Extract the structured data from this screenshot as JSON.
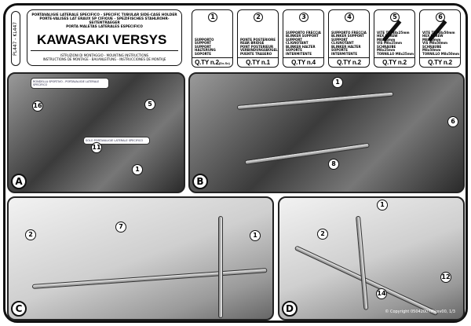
{
  "header": {
    "code": "PL447 - KL447",
    "subtitle_lines": [
      "PORTAVALIGIE LATERALE SPECIFICO - SPECIFIC TUBULAR SIDE-CASE HOLDER",
      "PORTE-VALISES LAT ERAUX SP CIFIQUE - SPEZIFISCHES STAHLROHR-SEITENTRAEGER",
      "PORTA MALETAS LATERALES ESPECIFICO"
    ],
    "title": "KAWASAKI VERSYS",
    "instructions_lines": [
      "ISTRUZIONI DI MONTAGGIO - MOUNTING INSTRUCTIONS",
      "INSTRUCTIONS DE MONTAGE - BAUANLEITUNG - INSTRUCCIONES DE MONTAJE"
    ]
  },
  "parts": [
    {
      "num": "1",
      "desc": "SUPPORTO\nSUPPORT\nSUPPORT\nHALTERUNG\nSOPORTE",
      "qty": "Q.TY n.2(Dx-Sx)",
      "icon": "none"
    },
    {
      "num": "2",
      "desc": "PONTE POSTERIORE\nREAR BRIDGE\nPONT POSTERIEUR\nVERBINDUNGSBÜGEL\nPUENTE TRASERO",
      "qty": "Q.TY n.1",
      "icon": "none"
    },
    {
      "num": "3",
      "desc": "SUPPORTO FRECCIA\nBLINKER SUPPORT\nSUPPORT CLIGNOTANT\nBLINKER HALTER\nSOPORTE INTERMITENTE",
      "qty": "Q.TY n.4",
      "icon": "none"
    },
    {
      "num": "4",
      "desc": "SUPPORTO FRECCIA\nBLINKER SUPPORT\nSUPPORT CLIGNOTANT\nBLINKER HALTER\nSOPORTE INTERMITENTE",
      "qty": "Q.TY n.2",
      "icon": "none"
    },
    {
      "num": "5",
      "desc": "VITE TE M8x25mm\nHEX SCREW M8x25mm\nVIS M8x25mm\nSCHRAUBE M8x25mm\nTORNILLO M8x25mm",
      "qty": "Q.TY n.2",
      "icon": "bolt-icon"
    },
    {
      "num": "6",
      "desc": "VITE TE M8x50mm\nHEX SCREW M8x50mm\nVIS M8x50mm\nSCHRAUBE M8x50mm\nTORNILLO M8x50mm",
      "qty": "Q.TY n.2",
      "icon": "bolt-icon"
    }
  ],
  "panels": {
    "A": {
      "letter": "A",
      "callouts": [
        "16",
        "5",
        "11",
        "1"
      ],
      "note_top": "RONDELLA SPORTIVO - PORTAVALIGIE LATERALE SPECIFICO",
      "note_bottom": "SOLO PORTAVALIGIE LATERALE SPECIFICO"
    },
    "B": {
      "letter": "B",
      "callouts": [
        "1",
        "6",
        "8"
      ]
    },
    "C": {
      "letter": "C",
      "callouts": [
        "2",
        "7",
        "1"
      ]
    },
    "D": {
      "letter": "D",
      "callouts": [
        "1",
        "2",
        "12",
        "14"
      ],
      "copyright": "© Copyright 05042007M/rev00, 1/3"
    }
  }
}
